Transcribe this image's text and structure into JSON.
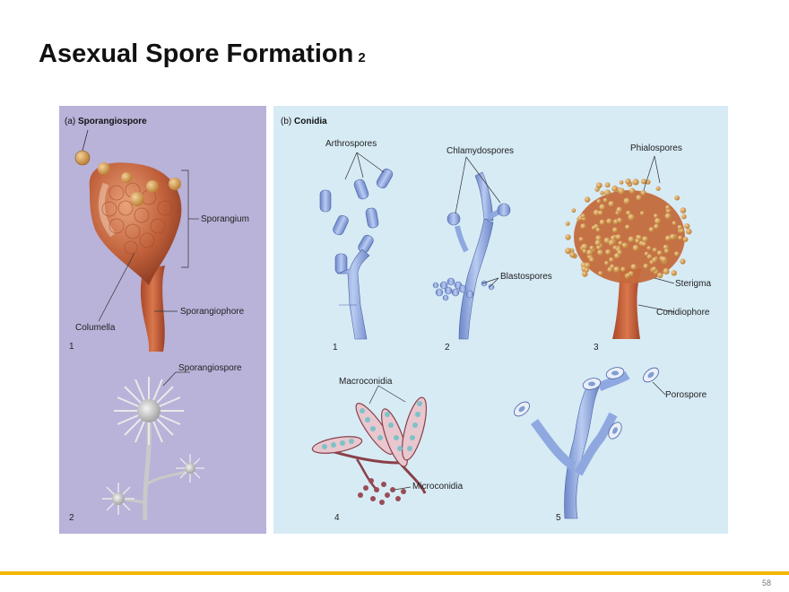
{
  "slide": {
    "title": "Asexual Spore Formation",
    "title_number": "2",
    "page_number": "58"
  },
  "panel_a": {
    "letter": "(a)",
    "heading": "Sporangiospore",
    "labels": {
      "sporangium": "Sporangium",
      "sporangiophore": "Sporangiophore",
      "columella": "Columella",
      "sporangiospore": "Sporangiospore"
    },
    "numbers": [
      "1",
      "2"
    ]
  },
  "panel_b": {
    "letter": "(b)",
    "heading": "Conidia",
    "labels": {
      "arthrospores": "Arthrospores",
      "chlamydospores": "Chlamydospores",
      "phialospores": "Phialospores",
      "blastospores": "Blastospores",
      "sterigma": "Sterigma",
      "conidiophore": "Conidiophore",
      "macroconidia": "Macroconidia",
      "microconidia": "Microconidia",
      "porospore": "Porospore"
    },
    "numbers": [
      "1",
      "2",
      "3",
      "4",
      "5"
    ]
  },
  "colors": {
    "panel_a_bg": "#b9b2d9",
    "panel_b_bg": "#d7ebf5",
    "accent_rule": "#f2b600",
    "hypha_blue": "#8fa9e0",
    "spore_orange": "#c8693a"
  }
}
